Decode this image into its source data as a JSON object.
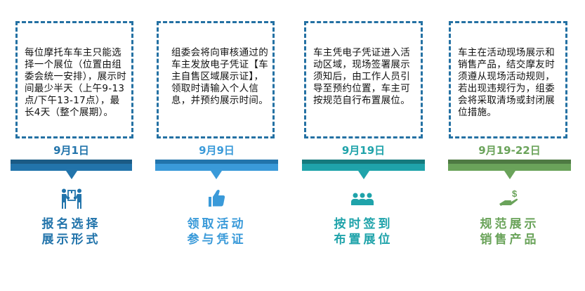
{
  "steps": [
    {
      "date": "9月1日",
      "description": "每位摩托车车主只能选择一个展位（位置由组委会统一安排），展示时间最少半天（上午9-13点/下午13-17点），最长4天（整个展期）。",
      "title_line1": "报名选择",
      "title_line2": "展示形式",
      "icon": "people-carrying-box-icon",
      "color_main": "#2274AB",
      "color_dark": "#1B5B85"
    },
    {
      "date": "9月9日",
      "description": "组委会将向审核通过的车主发放电子凭证【车主自售区域展示证】，领取时请输入个人信息，并预约展示时间。",
      "title_line1": "领取活动",
      "title_line2": "参与凭证",
      "icon": "thumbs-up-icon",
      "color_main": "#3A9AD9",
      "color_dark": "#2274AB"
    },
    {
      "date": "9月19日",
      "description": "车主凭电子凭证进入活动区域，现场签署展示须知后，由工作人员引导至预约位置，车主可按规范自行布置展位。",
      "title_line1": "按时签到",
      "title_line2": "布置展位",
      "icon": "group-people-icon",
      "color_main": "#1FA3AA",
      "color_dark": "#157A7D"
    },
    {
      "date": "9月19-22日",
      "description": "车主在活动现场展示和销售产品，结交摩友时须遵从现场活动规则，若出现违规行为，组委会将采取清场或封闭展位措施。",
      "title_line1": "规范展示",
      "title_line2": "销售产品",
      "icon": "hand-money-icon",
      "color_main": "#6AA35A",
      "color_dark": "#4E7A43"
    }
  ],
  "box_border_color": "#2471A3"
}
